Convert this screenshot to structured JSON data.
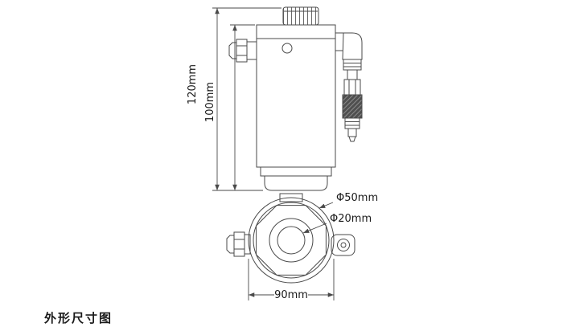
{
  "caption": "外形尺寸图",
  "front_view": {
    "dim_overall_height": "120mm",
    "dim_body_height": "100mm"
  },
  "bottom_view": {
    "dia_outer": "Φ50mm",
    "dia_inner": "Φ20mm",
    "dim_width": "90mm"
  },
  "colors": {
    "line": "#4a4a4a",
    "text": "#1a1a1a",
    "background": "#ffffff"
  }
}
